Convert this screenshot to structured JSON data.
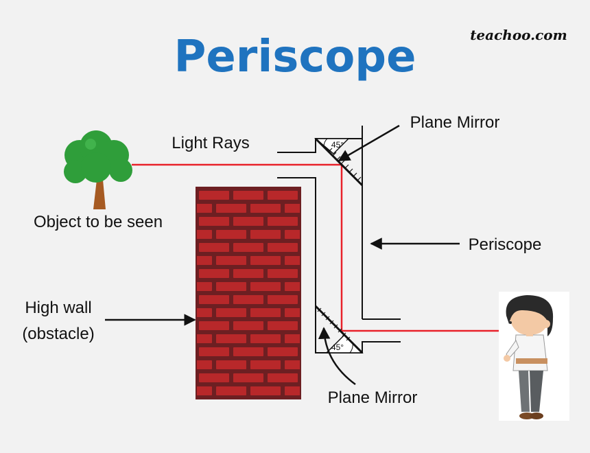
{
  "title": "Periscope",
  "brand": "teachoo.com",
  "labels": {
    "light_rays": "Light Rays",
    "plane_mirror_top": "Plane Mirror",
    "plane_mirror_bottom": "Plane Mirror",
    "periscope": "Periscope",
    "object": "Object to be seen",
    "wall_line1": "High wall",
    "wall_line2": "(obstacle)",
    "angle_top": "45°",
    "angle_bottom": "45°"
  },
  "colors": {
    "title": "#1f73bf",
    "light_ray": "#e8212a",
    "wall_mortar": "#6d1f22",
    "wall_brick": "#b8282a",
    "tree_leaf": "#2f9e3a",
    "tree_trunk": "#a65a22"
  },
  "icons": {
    "tree": "tree-icon",
    "person": "person-icon"
  }
}
